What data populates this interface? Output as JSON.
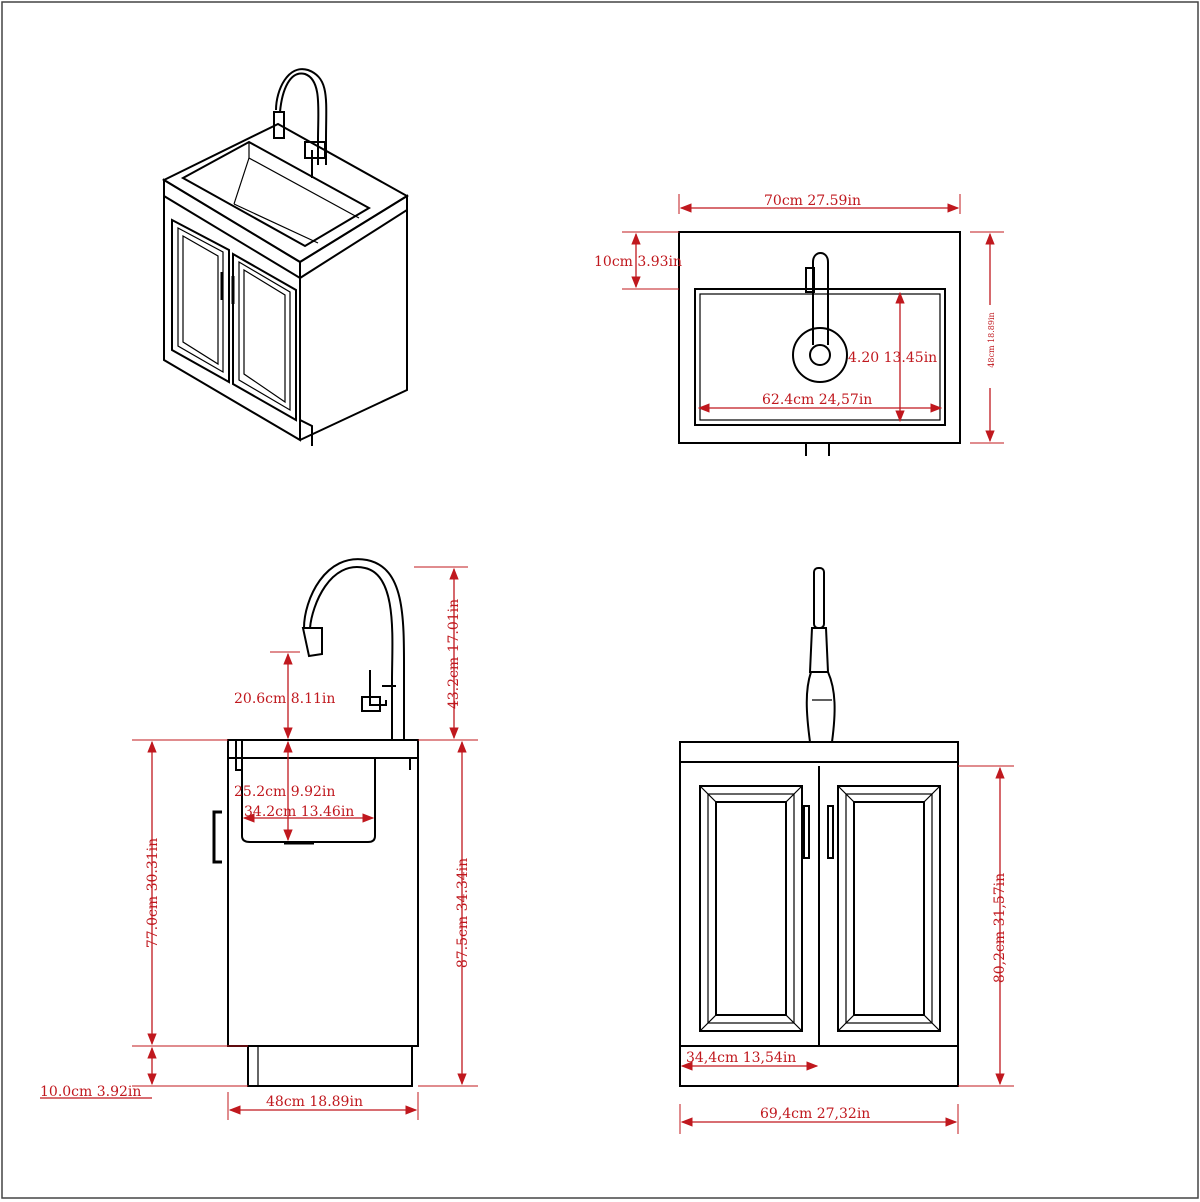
{
  "colors": {
    "line": "#000000",
    "dimension": "#c0181e",
    "background": "#ffffff"
  },
  "top_view": {
    "width": "70cm  27.59in",
    "back_margin": "10cm 3.93in",
    "depth": "48cm 18.89in",
    "basin_depth": "4.20 13.45in",
    "basin_width": "62.4cm 24,57in"
  },
  "side_view": {
    "faucet_height": "43.2cm 17.01in",
    "spout_height": "20.6cm 8.11in",
    "basin_depth": "25.2cm 9.92in",
    "basin_length": "34.2cm   13.46in",
    "cabinet_height": "77.0cm 30.31in",
    "total_height": "87.5cm 34.34in",
    "toe_kick": "10.0cm 3.92in",
    "depth": "48cm  18.89in"
  },
  "front_view": {
    "door_width": "34,4cm  13,54in",
    "width": "69,4cm 27,32in",
    "height": "80,2cm 31,57in"
  }
}
